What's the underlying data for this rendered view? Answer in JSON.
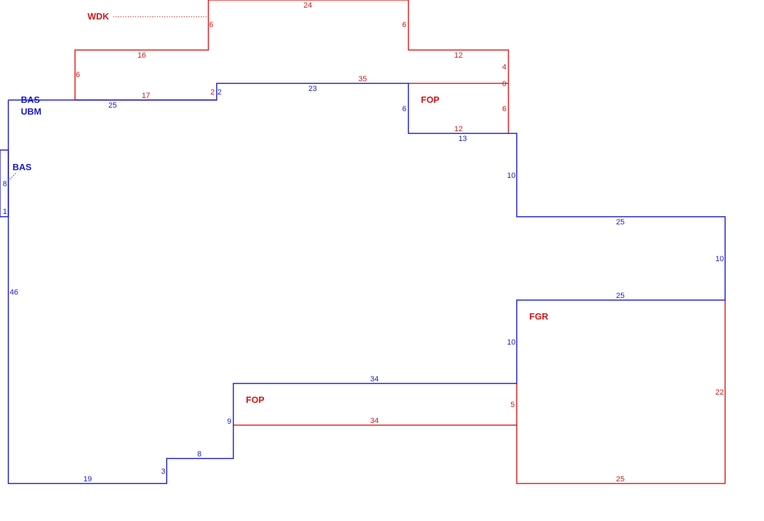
{
  "colors": {
    "living_area": "#2020cc",
    "other_area": "#dd2020"
  },
  "area_labels": {
    "wdk": "WDK",
    "bas_main": "BAS",
    "ubm": "UBM",
    "bas_small": "BAS",
    "fop_top": "FOP",
    "fop_bottom": "FOP",
    "fgr": "FGR"
  },
  "dimensions": {
    "wdk_top": "24",
    "wdk_left_step": "6",
    "wdk_right_step": "6",
    "wdk_left_run": "16",
    "wdk_right_run": "12",
    "wdk_far_left": "6",
    "wdk_far_right": "4",
    "wdk_bottom_left": "17",
    "wdk_bottom_step": "2",
    "wdk_bottom_long": "35",
    "wdk_bottom_zero": "0",
    "bas_top_left": "25",
    "bas_top_step": "2",
    "bas_top_mid": "23",
    "bas_notch_left": "6",
    "fop_top_right": "6",
    "fop_top_bottom": "12",
    "bas_notch_bottom": "13",
    "bas_right_drop": "10",
    "bas_wing_top": "25",
    "bas_wing_right": "10",
    "bas_wing_bottom": "25",
    "bas_inner_drop": "10",
    "bas_fop_top": "34",
    "fop_bottom_right": "5",
    "fop_bottom_bottom": "34",
    "bas_step_9": "9",
    "bas_step_8": "8",
    "bas_step_3": "3",
    "bas_bottom": "19",
    "bas_left": "46",
    "small_bas_height": "8",
    "small_bas_width": "1",
    "fgr_right": "22",
    "fgr_bottom": "25"
  }
}
